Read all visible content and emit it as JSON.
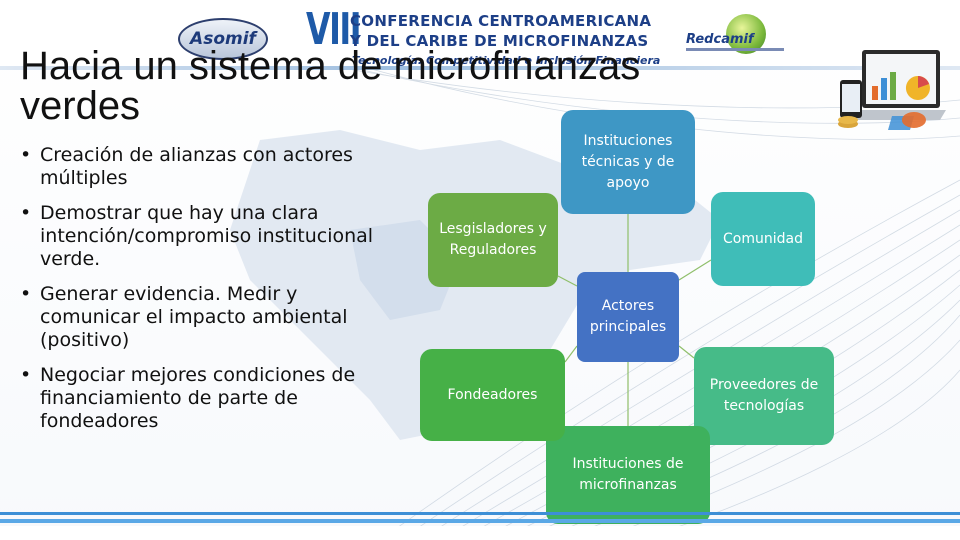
{
  "header": {
    "logo_left": "Asomif",
    "edition": "VIII",
    "conference_line1": "CONFERENCIA CENTROAMERICANA",
    "conference_line2": "Y DEL CARIBE DE MICROFINANZAS",
    "tagline": "Tecnología: Competitividad e Inclusión Financiera",
    "logo_right": "Redcamif"
  },
  "slide": {
    "title": "Hacia un sistema de microfinanzas verdes",
    "bullets": [
      "Creación de alianzas con actores múltiples",
      "Demostrar que hay una clara intención/compromiso institucional  verde.",
      "Generar evidencia. Medir y comunicar el impacto ambiental (positivo)",
      "Negociar mejores condiciones de financiamiento de parte de fondeadores"
    ]
  },
  "diagram": {
    "center": "Actores principales",
    "nodes": {
      "top": "Instituciones técnicas y de apoyo",
      "right": "Comunidad",
      "bottom_right": "Proveedores de tecnologías",
      "bottom": "Instituciones de microfinanzas",
      "left": "Fondeadores",
      "top_left": "Lesgisladores y Reguladores"
    },
    "colors": {
      "center": "#4472c4",
      "top": "#3e97c5",
      "right": "#3fbdb8",
      "bottom_right": "#46bb88",
      "bottom": "#3eb15d",
      "left": "#46b047",
      "top_left": "#6cab45"
    }
  }
}
